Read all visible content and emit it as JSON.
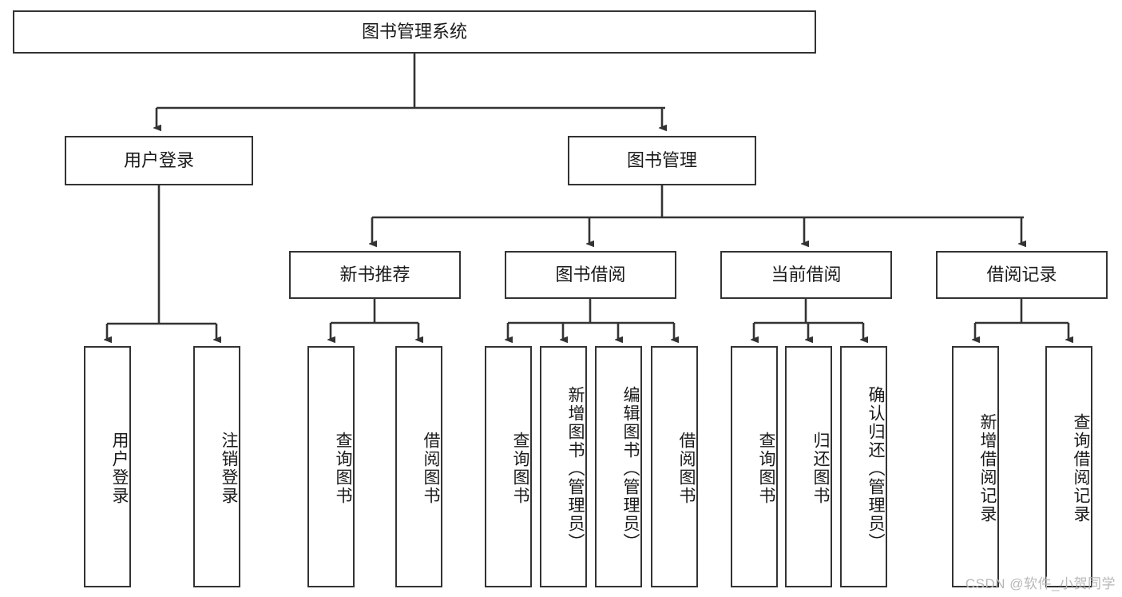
{
  "diagram": {
    "title": "图书管理系统",
    "type": "tree",
    "root": {
      "label": "图书管理系统"
    },
    "level2": [
      {
        "label": "用户登录"
      },
      {
        "label": "图书管理"
      }
    ],
    "level3": [
      {
        "label": "新书推荐"
      },
      {
        "label": "图书借阅"
      },
      {
        "label": "当前借阅"
      },
      {
        "label": "借阅记录"
      }
    ],
    "leaves": {
      "user_login": [
        {
          "label": "用户登录"
        },
        {
          "label": "注销登录"
        }
      ],
      "new_book_recommend": [
        {
          "label": "查询图书"
        },
        {
          "label": "借阅图书"
        }
      ],
      "book_borrow": [
        {
          "label": "查询图书"
        },
        {
          "label": "新增图书（管理员）"
        },
        {
          "label": "编辑图书（管理员）"
        },
        {
          "label": "借阅图书"
        }
      ],
      "current_borrow": [
        {
          "label": "查询图书"
        },
        {
          "label": "归还图书"
        },
        {
          "label": "确认归还（管理员）"
        }
      ],
      "borrow_record": [
        {
          "label": "新增借阅记录"
        },
        {
          "label": "查询借阅记录"
        }
      ]
    }
  },
  "watermark": {
    "text": "CSDN @软件_小贺同学"
  },
  "colors": {
    "stroke": "#333333",
    "fill": "#ffffff",
    "text": "#1a1a1a",
    "watermark": "#b8b8b8"
  }
}
